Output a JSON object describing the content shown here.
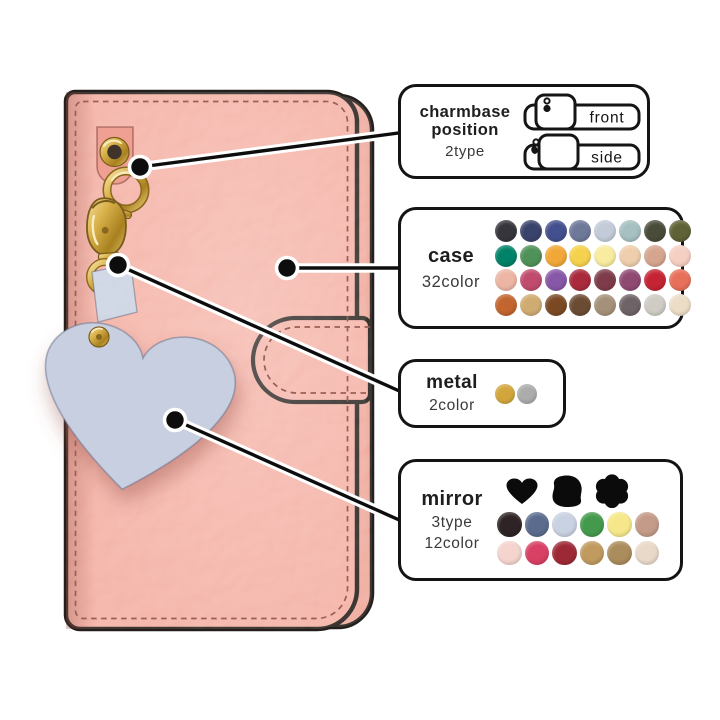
{
  "product": {
    "case_color": "#f3a89b",
    "charm_color": "#c7cfe0",
    "metal_color": "#c9a33f"
  },
  "callouts": {
    "charmbase": {
      "title_line1": "charmbase",
      "title_line2": "position",
      "subtitle": "2type",
      "options": [
        {
          "label": "front"
        },
        {
          "label": "side"
        }
      ]
    },
    "case": {
      "title": "case",
      "subtitle": "32color",
      "colors": [
        "#35353b",
        "#3a436b",
        "#44508e",
        "#6e7899",
        "#c3cbd9",
        "#a6c0c1",
        "#494c39",
        "#5f6136",
        "#008268",
        "#4f9158",
        "#f1a838",
        "#f5d24e",
        "#f7ec9f",
        "#efcead",
        "#d5a68f",
        "#f6cfc3",
        "#edb6a4",
        "#c04b6d",
        "#8757a8",
        "#a92a3c",
        "#7e3c4a",
        "#8f4a72",
        "#c52434",
        "#e7705a",
        "#c2652e",
        "#cfac72",
        "#7b4a24",
        "#6b4c33",
        "#a5917a",
        "#6e6367",
        "#cfcbc5",
        "#ecddc7"
      ]
    },
    "metal": {
      "title": "metal",
      "subtitle": "2color",
      "colors": [
        "#d2a63c",
        "#acacac"
      ]
    },
    "mirror": {
      "title": "mirror",
      "type_count": "3type",
      "color_count": "12color",
      "shapes": [
        "heart",
        "round",
        "flower"
      ],
      "colors": [
        "#2e2426",
        "#5a6b8e",
        "#c9d2e2",
        "#449a4c",
        "#f6e88a",
        "#c49a88",
        "#f4d4cd",
        "#d84064",
        "#9e2936",
        "#c09a5e",
        "#ab8c5c",
        "#e9d9c9"
      ]
    }
  }
}
